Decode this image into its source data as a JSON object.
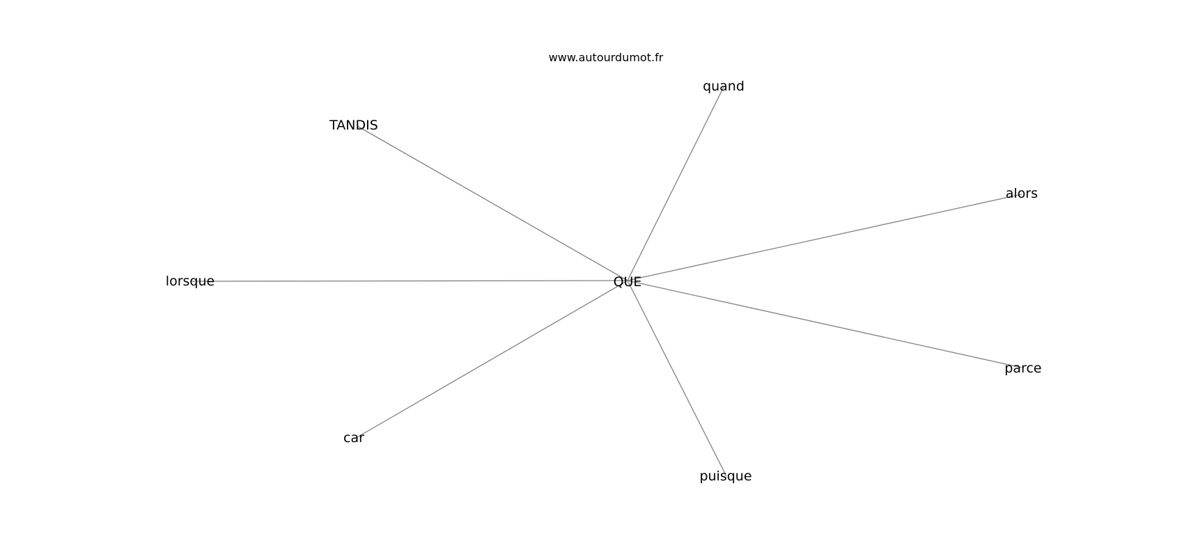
{
  "site": "www.autourdumot.fr",
  "center": {
    "id": "que",
    "label": "QUE"
  },
  "nodes": [
    {
      "id": "quand",
      "label": "quand"
    },
    {
      "id": "tandis",
      "label": "TANDIS"
    },
    {
      "id": "alors",
      "label": "alors"
    },
    {
      "id": "lorsque",
      "label": "lorsque"
    },
    {
      "id": "parce",
      "label": "parce"
    },
    {
      "id": "car",
      "label": "car"
    },
    {
      "id": "puisque",
      "label": "puisque"
    }
  ],
  "edges": [
    [
      "que",
      "quand"
    ],
    [
      "que",
      "tandis"
    ],
    [
      "que",
      "alors"
    ],
    [
      "que",
      "lorsque"
    ],
    [
      "que",
      "parce"
    ],
    [
      "que",
      "car"
    ],
    [
      "que",
      "puisque"
    ]
  ],
  "colors": {
    "edge": "#808080",
    "text": "#000000",
    "background": "#ffffff"
  }
}
